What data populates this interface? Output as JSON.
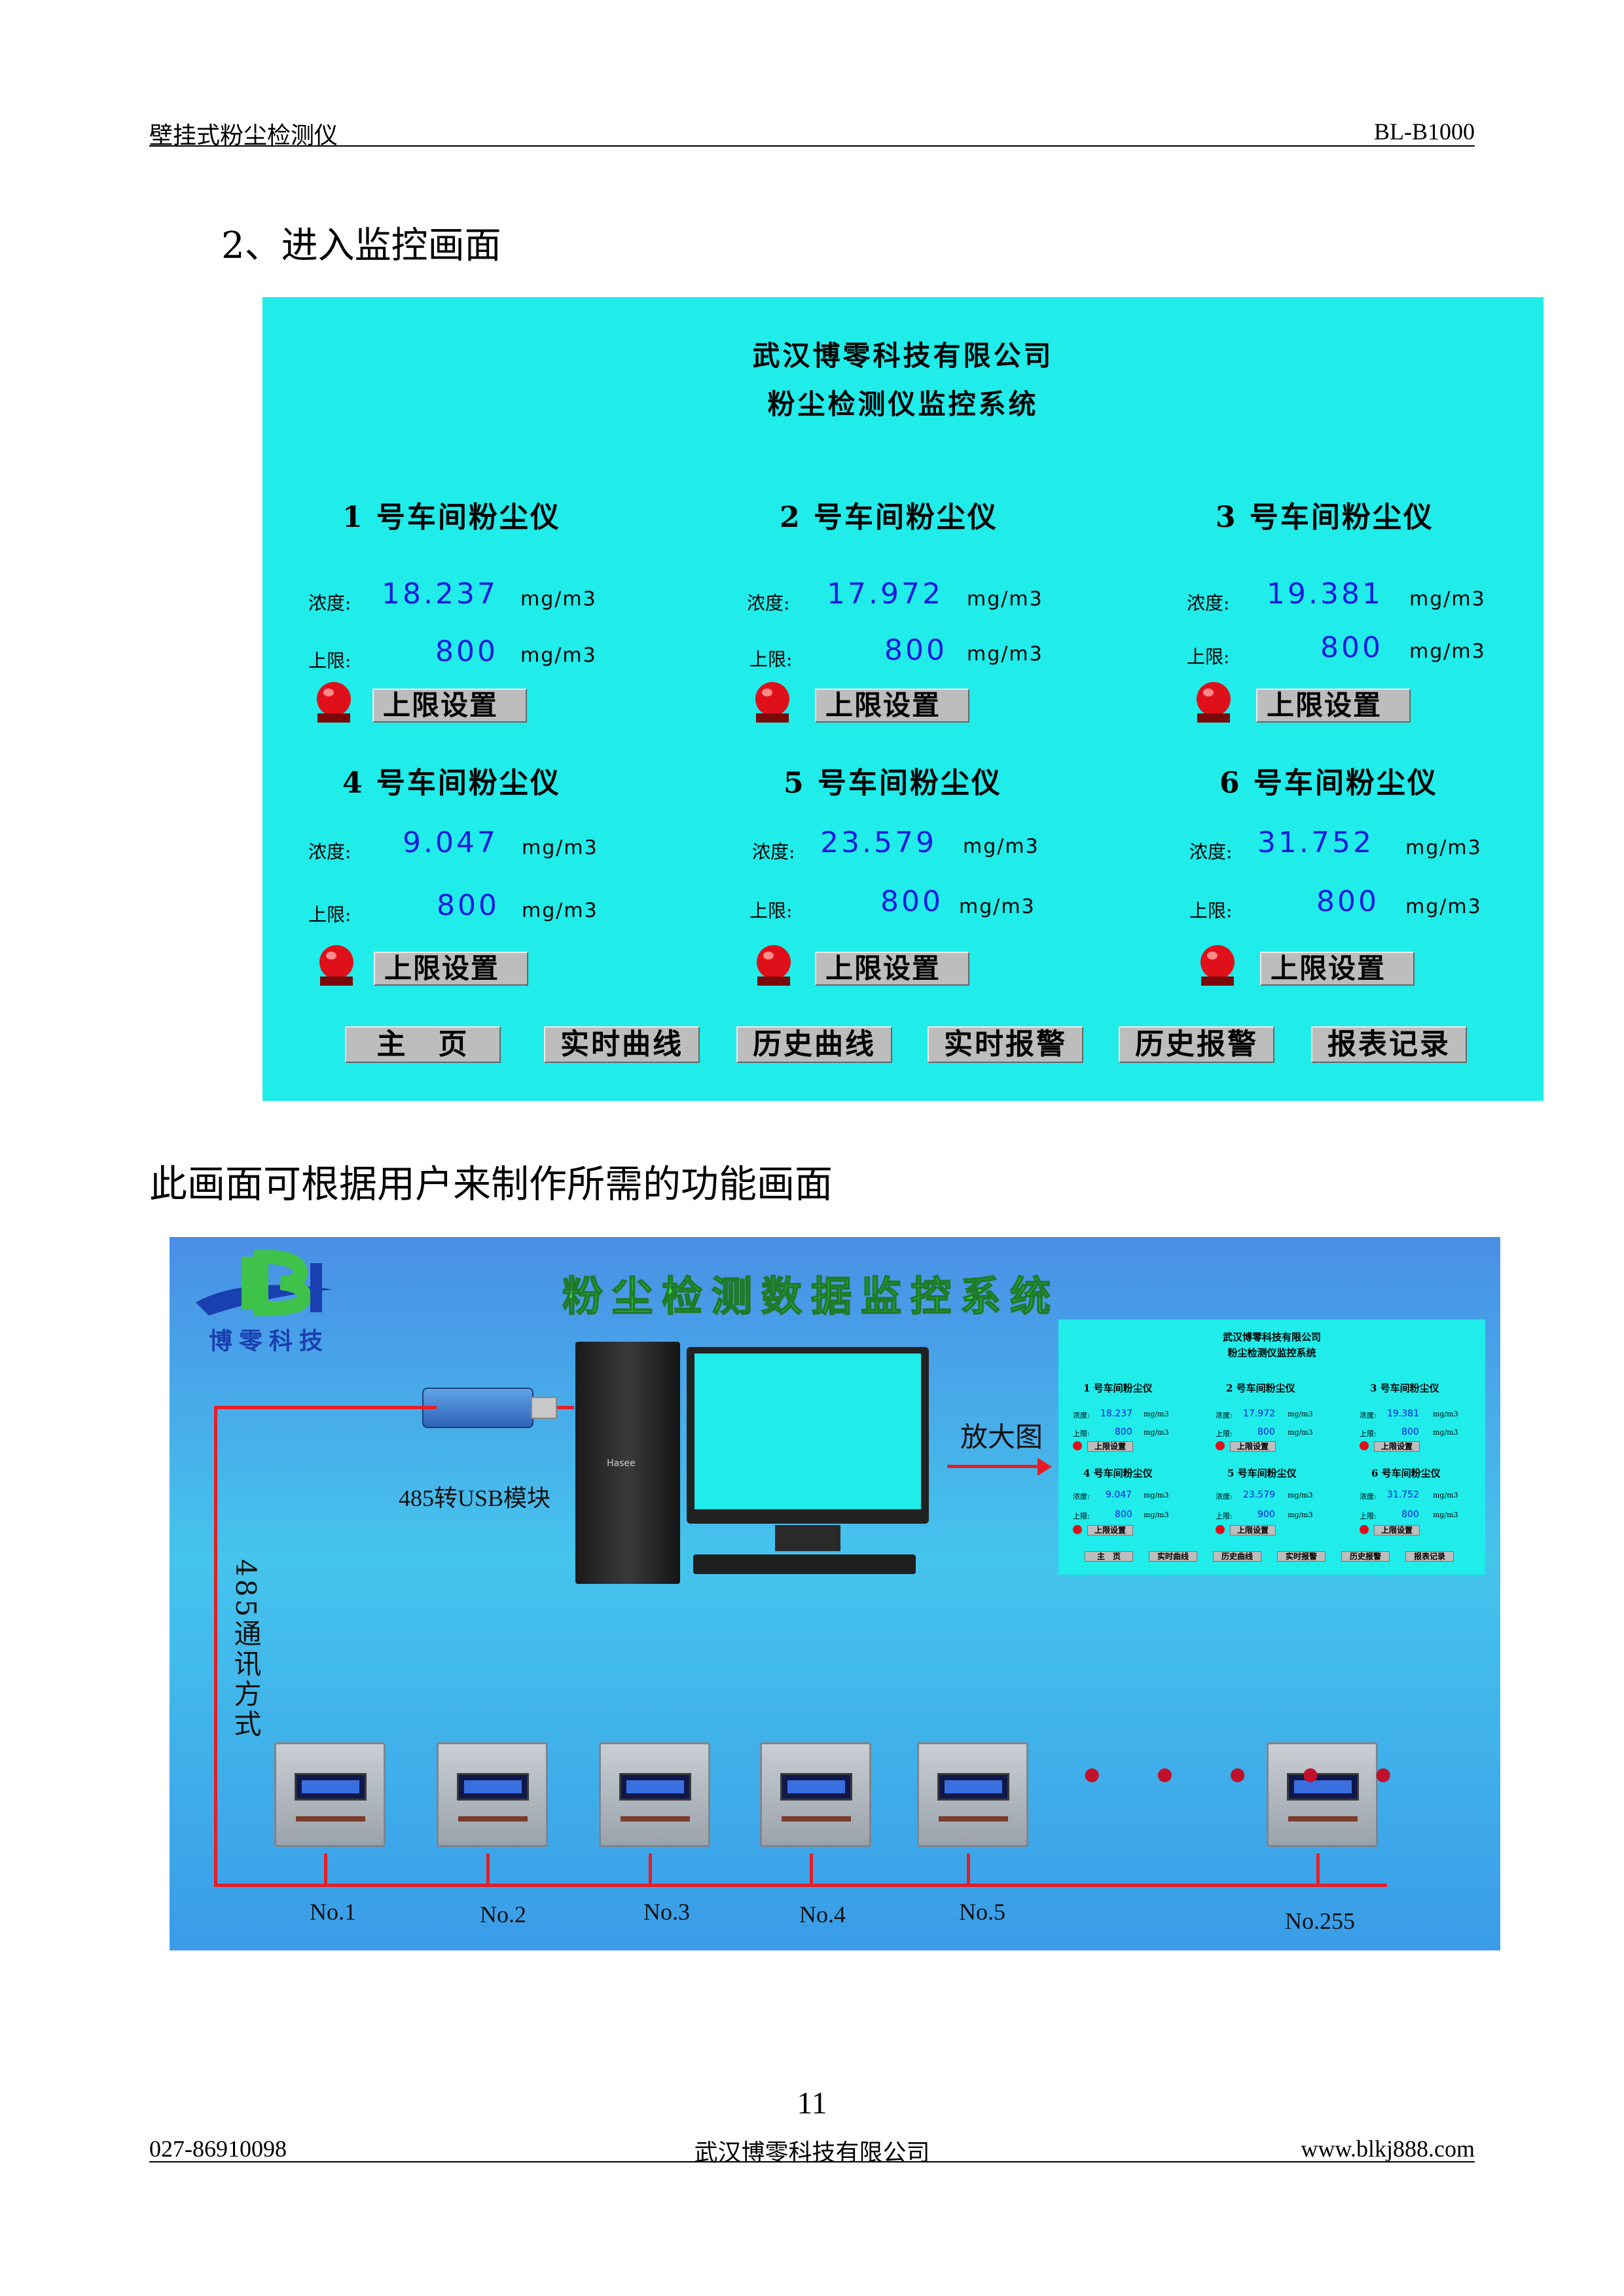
{
  "header": {
    "left": "壁挂式粉尘检测仪",
    "right": "BL-B1000"
  },
  "section_heading": "2、进入监控画面",
  "monitor_panel": {
    "company": "武汉博零科技有限公司",
    "system": "粉尘检测仪监控系统",
    "units": [
      {
        "title": "1 号车间粉尘仪",
        "conc_label": "浓度:",
        "conc_value": "18.237",
        "conc_unit": "mg/m3",
        "limit_label": "上限:",
        "limit_value": "800",
        "limit_unit": "mg/m3",
        "button": "上限设置"
      },
      {
        "title": "2 号车间粉尘仪",
        "conc_label": "浓度:",
        "conc_value": "17.972",
        "conc_unit": "mg/m3",
        "limit_label": "上限:",
        "limit_value": "800",
        "limit_unit": "mg/m3",
        "button": "上限设置"
      },
      {
        "title": "3 号车间粉尘仪",
        "conc_label": "浓度:",
        "conc_value": "19.381",
        "conc_unit": "mg/m3",
        "limit_label": "上限:",
        "limit_value": "800",
        "limit_unit": "mg/m3",
        "button": "上限设置"
      },
      {
        "title": "4 号车间粉尘仪",
        "conc_label": "浓度:",
        "conc_value": "9.047",
        "conc_unit": "mg/m3",
        "limit_label": "上限:",
        "limit_value": "800",
        "limit_unit": "mg/m3",
        "button": "上限设置"
      },
      {
        "title": "5 号车间粉尘仪",
        "conc_label": "浓度:",
        "conc_value": "23.579",
        "conc_unit": "mg/m3",
        "limit_label": "上限:",
        "limit_value": "800",
        "limit_unit": "mg/m3",
        "button": "上限设置"
      },
      {
        "title": "6 号车间粉尘仪",
        "conc_label": "浓度:",
        "conc_value": "31.752",
        "conc_unit": "mg/m3",
        "limit_label": "上限:",
        "limit_value": "800",
        "limit_unit": "mg/m3",
        "button": "上限设置"
      }
    ],
    "nav": [
      "主　页",
      "实时曲线",
      "历史曲线",
      "实时报警",
      "历史报警",
      "报表记录"
    ],
    "lamp_color": "#e0101a"
  },
  "caption": "此画面可根据用户来制作所需的功能画面",
  "diagram": {
    "title": "粉尘检测数据监控系统",
    "logo_text": "博零科技",
    "usb_label": "485转USB模块",
    "zoom_label": "放大图",
    "bus_label": "485通讯方式",
    "pc_brand": "Hasee",
    "nodes": [
      "No.1",
      "No.2",
      "No.3",
      "No.4",
      "No.5",
      "No.255"
    ],
    "ellipsis": "• • • • •",
    "mini": {
      "company": "武汉博零科技有限公司",
      "system": "粉尘检测仪监控系统",
      "units": [
        {
          "title": "1 号车间粉尘仪",
          "conc": "18.237",
          "limit": "800"
        },
        {
          "title": "2 号车间粉尘仪",
          "conc": "17.972",
          "limit": "800"
        },
        {
          "title": "3 号车间粉尘仪",
          "conc": "19.381",
          "limit": "800"
        },
        {
          "title": "4 号车间粉尘仪",
          "conc": "9.047",
          "limit": "800"
        },
        {
          "title": "5 号车间粉尘仪",
          "conc": "23.579",
          "limit": "900"
        },
        {
          "title": "6 号车间粉尘仪",
          "conc": "31.752",
          "limit": "800"
        }
      ],
      "unit": "mg/m3",
      "conc_label": "浓度:",
      "limit_label": "上限:",
      "button": "上限设置",
      "nav": [
        "主　页",
        "实时曲线",
        "历史曲线",
        "实时报警",
        "历史报警",
        "报表记录"
      ]
    }
  },
  "page_number": "11",
  "footer": {
    "phone": "027-86910098",
    "company": "武汉博零科技有限公司",
    "url": "www.blkj888.com"
  }
}
